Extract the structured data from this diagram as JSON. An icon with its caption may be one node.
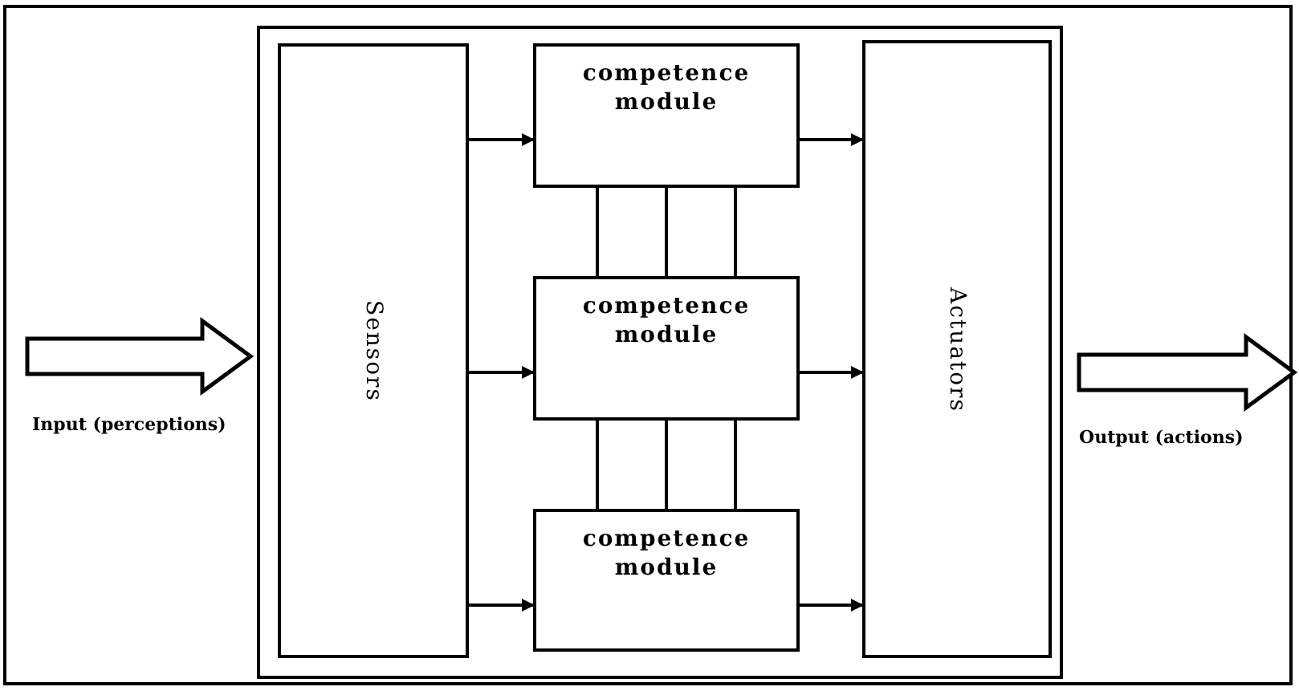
{
  "diagram": {
    "nodes": [
      {
        "text": [],
        "shape": "box"
      },
      {
        "text": [
          "Sensors"
        ],
        "in": 0
      },
      {
        "text": [
          "competence module"
        ],
        "in": 0
      },
      {
        "text": [
          "competence module"
        ],
        "in": 0
      },
      {
        "text": [
          "competence module"
        ],
        "in": 0
      },
      {
        "text": [
          "Actuators"
        ],
        "in": 0
      }
    ],
    "edges": [
      {
        "from": null,
        "to": 0,
        "arrow": "to",
        "style": "thick",
        "label": "Input (perceptions)"
      },
      {
        "from": 0,
        "to": null,
        "arrow": "to",
        "style": "thick",
        "label": "Output (actions)"
      },
      {
        "from": 1,
        "to": 2,
        "arrow": "to"
      },
      {
        "from": 1,
        "to": 3,
        "arrow": "to"
      },
      {
        "from": 1,
        "to": 4,
        "arrow": "to"
      },
      {
        "from": 2,
        "to": 5,
        "arrow": "to"
      },
      {
        "from": 3,
        "to": 5,
        "arrow": "to"
      },
      {
        "from": 4,
        "to": 5,
        "arrow": "to"
      },
      {
        "from": 2,
        "to": 3,
        "arrow": "none"
      },
      {
        "from": 2,
        "to": 3,
        "arrow": "none"
      },
      {
        "from": 2,
        "to": 3,
        "arrow": "none"
      },
      {
        "from": 3,
        "to": 4,
        "arrow": "none"
      },
      {
        "from": 3,
        "to": 4,
        "arrow": "none"
      },
      {
        "from": 3,
        "to": 4,
        "arrow": "none"
      }
    ]
  }
}
